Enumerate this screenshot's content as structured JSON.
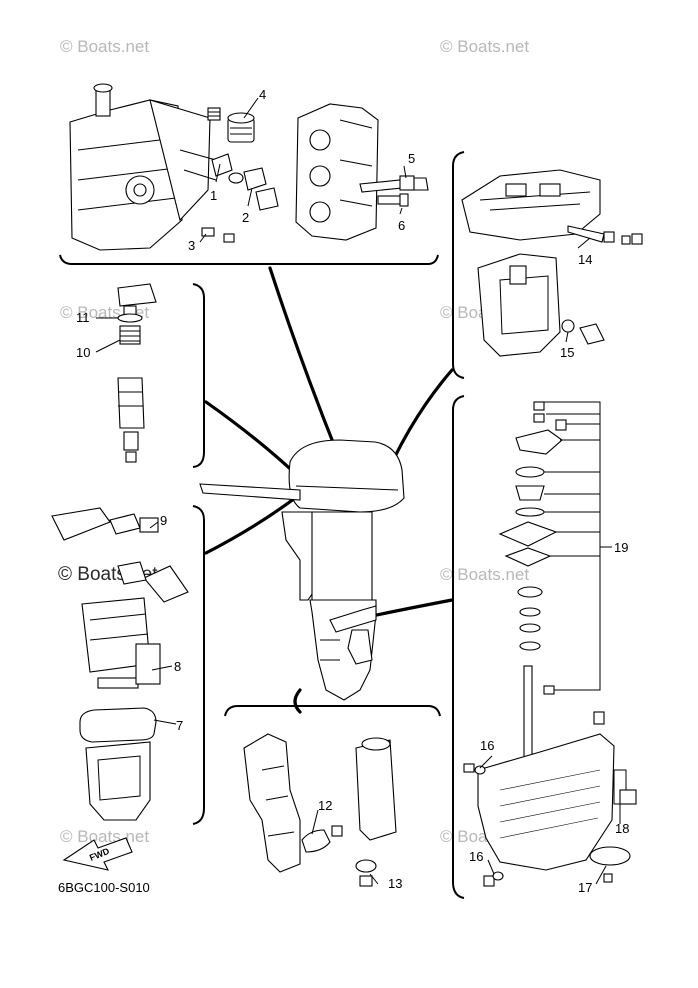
{
  "watermark": "© Boats.net",
  "diagram_code": "6BGC100-S010",
  "fwd_label": "FWD",
  "callouts": {
    "c1": "1",
    "c2": "2",
    "c3": "3",
    "c4": "4",
    "c5": "5",
    "c6": "6",
    "c7": "7",
    "c8": "8",
    "c9": "9",
    "c10": "10",
    "c11": "11",
    "c12": "12",
    "c13": "13",
    "c14": "14",
    "c15": "15",
    "c16a": "16",
    "c16b": "16",
    "c17": "17",
    "c18": "18",
    "c19": "19"
  }
}
